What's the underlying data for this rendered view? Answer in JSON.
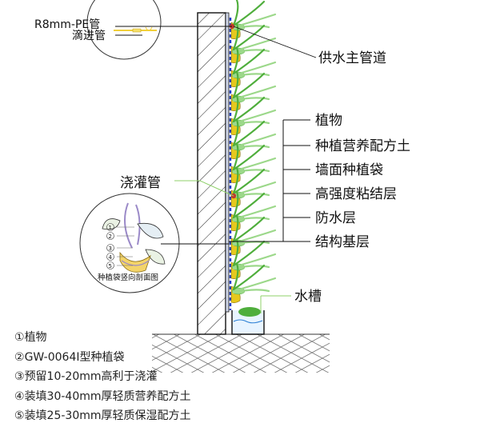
{
  "labels": {
    "pipe_label": "R8mm-PE管",
    "drip_label": "滴进管",
    "main_pipe": "供水主管道",
    "plant": "植物",
    "soil": "种植营养配方土",
    "bag": "墙面种植袋",
    "adhesive": "高强度粘结层",
    "waterproof": "防水层",
    "base": "结构基层",
    "irrigation": "浇灌管",
    "tank": "水槽",
    "detail_caption": "种植袋竖向剖面图"
  },
  "detail_numbers": [
    "1",
    "2",
    "3",
    "4",
    "5"
  ],
  "legend": [
    {
      "num": "①",
      "text": "植物"
    },
    {
      "num": "②",
      "text": "GW-0064I型种植袋"
    },
    {
      "num": "③",
      "text": "预留10-20mm高利于浇灌"
    },
    {
      "num": "④",
      "text": "装填30-40mm厚轻质营养配方土"
    },
    {
      "num": "⑤",
      "text": "装填25-30mm厚轻质保湿配方土"
    }
  ],
  "colors": {
    "leaf": "#4fae3c",
    "leaf_light": "#9cd88a",
    "pipe_blue": "#1a3cc8",
    "soil_yellow": "#e6c81e",
    "line": "#111111",
    "callout_green": "#8fd06a",
    "detail_purple": "#9b8ac8"
  }
}
